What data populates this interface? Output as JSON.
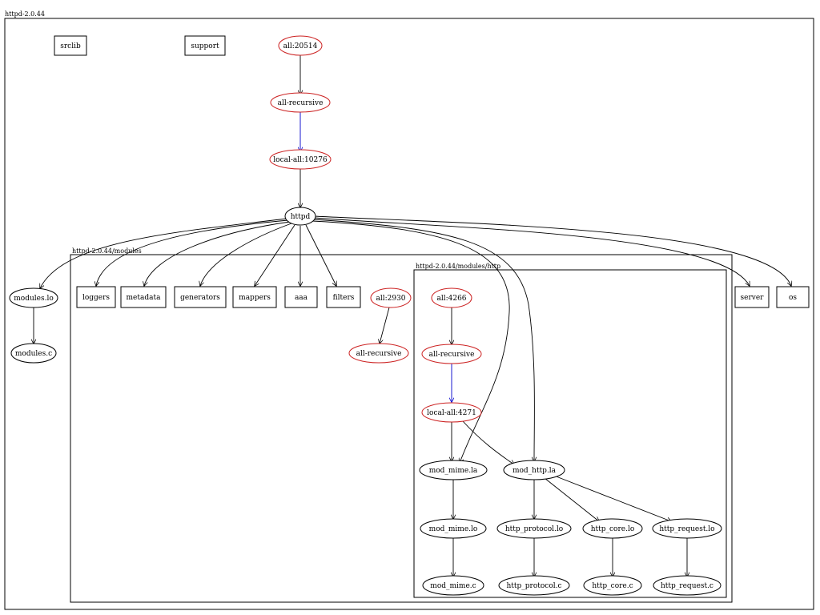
{
  "graph_title": "httpd-2.0.44",
  "clusters": {
    "modules": "httpd-2.0.44/modules",
    "http": "httpd-2.0.44/modules/http"
  },
  "nodes": {
    "srclib": "srclib",
    "support": "support",
    "all_20514": "all:20514",
    "all_recursive_top": "all-recursive",
    "local_all_10276": "local-all:10276",
    "httpd": "httpd",
    "modules_lo": "modules.lo",
    "modules_c": "modules.c",
    "loggers": "loggers",
    "metadata": "metadata",
    "generators": "generators",
    "mappers": "mappers",
    "aaa": "aaa",
    "filters": "filters",
    "all_2930": "all:2930",
    "all_recursive_mod": "all-recursive",
    "server": "server",
    "os": "os",
    "all_4266": "all:4266",
    "all_recursive_http": "all-recursive",
    "local_all_4271": "local-all:4271",
    "mod_mime_la": "mod_mime.la",
    "mod_http_la": "mod_http.la",
    "mod_mime_lo": "mod_mime.lo",
    "http_protocol_lo": "http_protocol.lo",
    "http_core_lo": "http_core.lo",
    "http_request_lo": "http_request.lo",
    "mod_mime_c": "mod_mime.c",
    "http_protocol_c": "http_protocol.c",
    "http_core_c": "http_core.c",
    "http_request_c": "http_request.c"
  },
  "colors": {
    "target_outline": "#cc2222",
    "normal_outline": "#000000",
    "recursive_edge": "#0000cc"
  }
}
